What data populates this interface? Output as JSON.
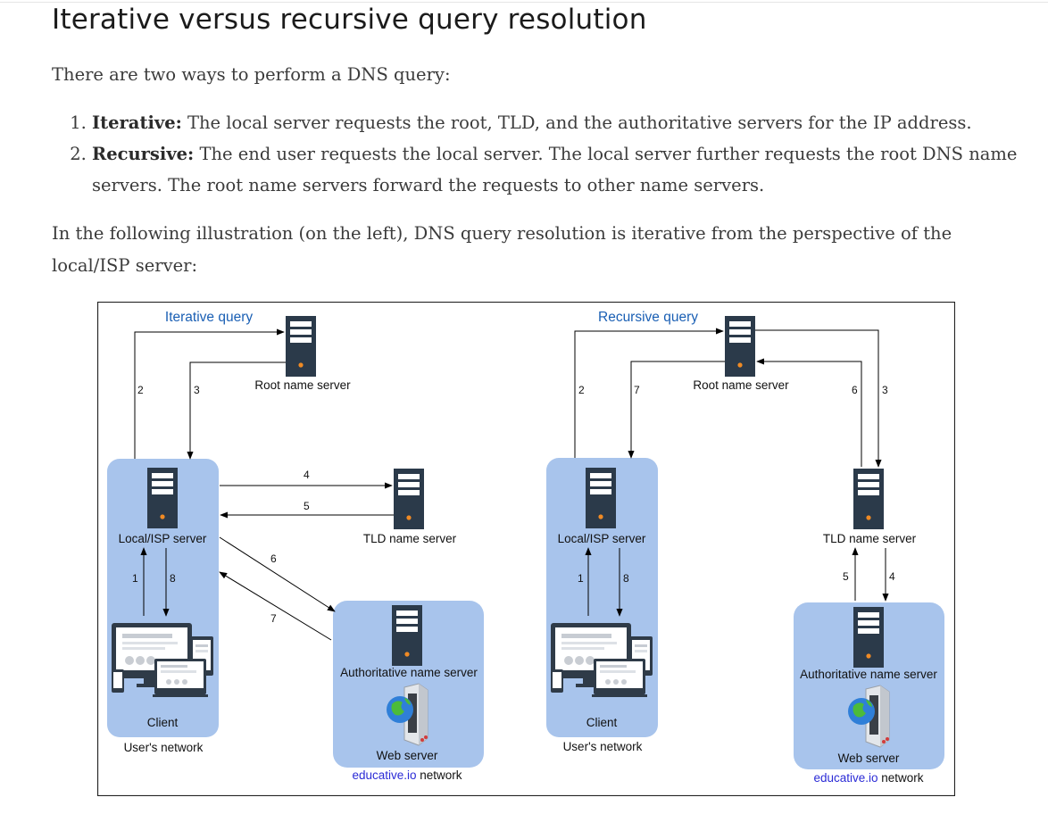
{
  "heading": "Iterative versus recursive query resolution",
  "intro": "There are two ways to perform a DNS query:",
  "list": [
    {
      "term": "Iterative:",
      "text": " The local server requests the root, TLD, and the authoritative servers for the IP address."
    },
    {
      "term": "Recursive:",
      "text": " The end user requests the local server. The local server further requests the root DNS name servers. The root name servers forward the requests to other name servers."
    }
  ],
  "paragraph2": "In the following illustration (on the left), DNS query resolution is iterative from the perspective of the local/ISP server:",
  "diagram": {
    "iterative": {
      "title": "Iterative query",
      "root_label": "Root name server",
      "local_label": "Local/ISP server",
      "tld_label": "TLD name server",
      "client_label": "Client",
      "users_network": "User's network",
      "auth_label": "Authoritative name server",
      "web_label": "Web server",
      "network_link": "educative.io",
      "network_suffix": " network",
      "steps": [
        "1",
        "2",
        "3",
        "4",
        "5",
        "6",
        "7",
        "8"
      ]
    },
    "recursive": {
      "title": "Recursive query",
      "root_label": "Root name server",
      "local_label": "Local/ISP server",
      "tld_label": "TLD name server",
      "client_label": "Client",
      "users_network": "User's network",
      "auth_label": "Authoritative name server",
      "web_label": "Web server",
      "network_link": "educative.io",
      "network_suffix": " network",
      "steps": [
        "1",
        "2",
        "3",
        "4",
        "5",
        "6",
        "7",
        "8"
      ]
    },
    "colors": {
      "panel": "#a8c4ec",
      "server": "#2b3a4a",
      "title": "#1a5fb4",
      "link": "#2b2bd6"
    }
  }
}
